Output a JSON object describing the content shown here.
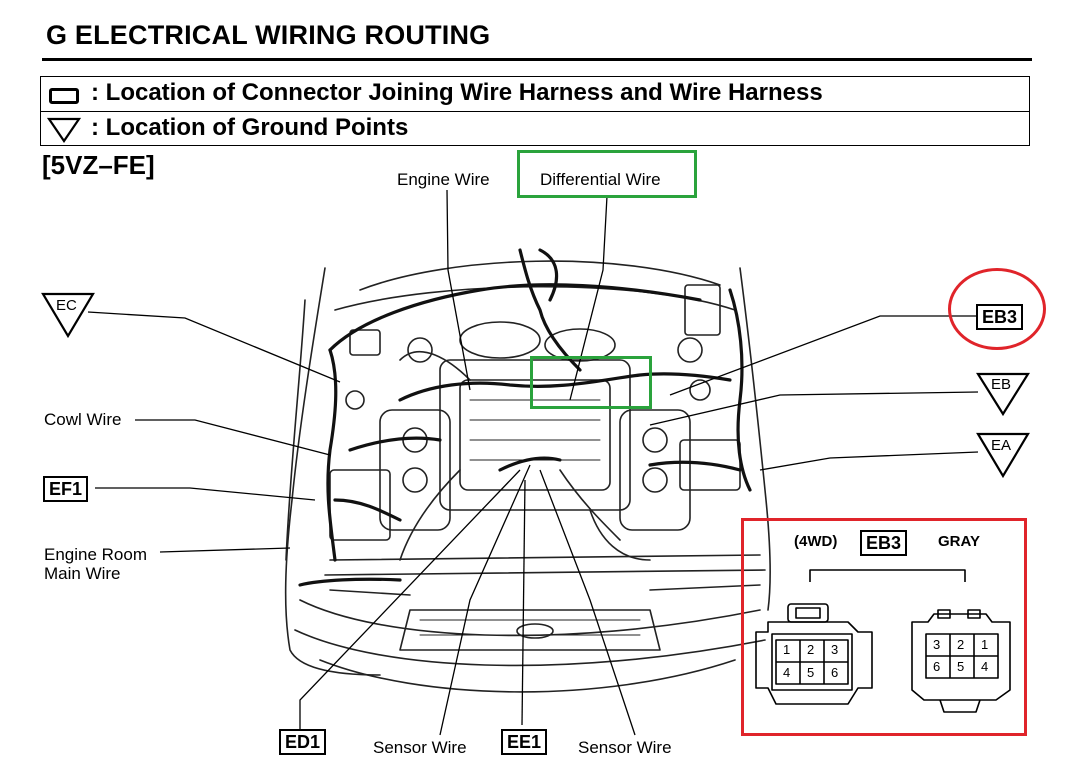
{
  "title": "G  ELECTRICAL WIRING ROUTING",
  "legend": {
    "connector_text": ": Location of Connector Joining Wire Harness and Wire Harness",
    "ground_text": ": Location of Ground Points",
    "connector_icon": "rounded-rectangle-icon",
    "ground_icon": "down-triangle-icon"
  },
  "engine_code": "[5VZ–FE]",
  "labels": {
    "engine_wire": "Engine Wire",
    "differential_wire": "Differential Wire",
    "cowl_wire": "Cowl Wire",
    "engine_room_main_wire_1": "Engine Room",
    "engine_room_main_wire_2": "Main Wire",
    "sensor_wire_left": "Sensor Wire",
    "sensor_wire_right": "Sensor Wire"
  },
  "connectors": {
    "ef1": "EF1",
    "ed1": "ED1",
    "ee1": "EE1",
    "eb3": "EB3"
  },
  "grounds": {
    "ec": "EC",
    "eb": "EB",
    "ea": "EA"
  },
  "inset": {
    "variant": "(4WD)",
    "connector": "EB3",
    "color": "GRAY",
    "male_pins_top": [
      "1",
      "2",
      "3"
    ],
    "male_pins_bottom": [
      "4",
      "5",
      "6"
    ],
    "female_pins_top": [
      "3",
      "2",
      "1"
    ],
    "female_pins_bottom": [
      "6",
      "5",
      "4"
    ]
  },
  "highlight_colors": {
    "green": "#2aa33c",
    "red": "#e0242a"
  }
}
